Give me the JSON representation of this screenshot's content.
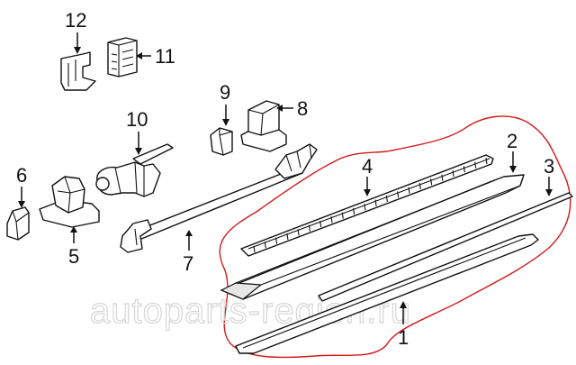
{
  "callouts": {
    "c1": "1",
    "c2": "2",
    "c3": "3",
    "c4": "4",
    "c5": "5",
    "c6": "6",
    "c7": "7",
    "c8": "8",
    "c9": "9",
    "c10": "10",
    "c11": "11",
    "c12": "12"
  },
  "watermark": "autoparts-region.ru",
  "colors": {
    "highlight_outline": "#d11a1a",
    "line_art": "#111111",
    "watermark": "#d6d6d6"
  }
}
